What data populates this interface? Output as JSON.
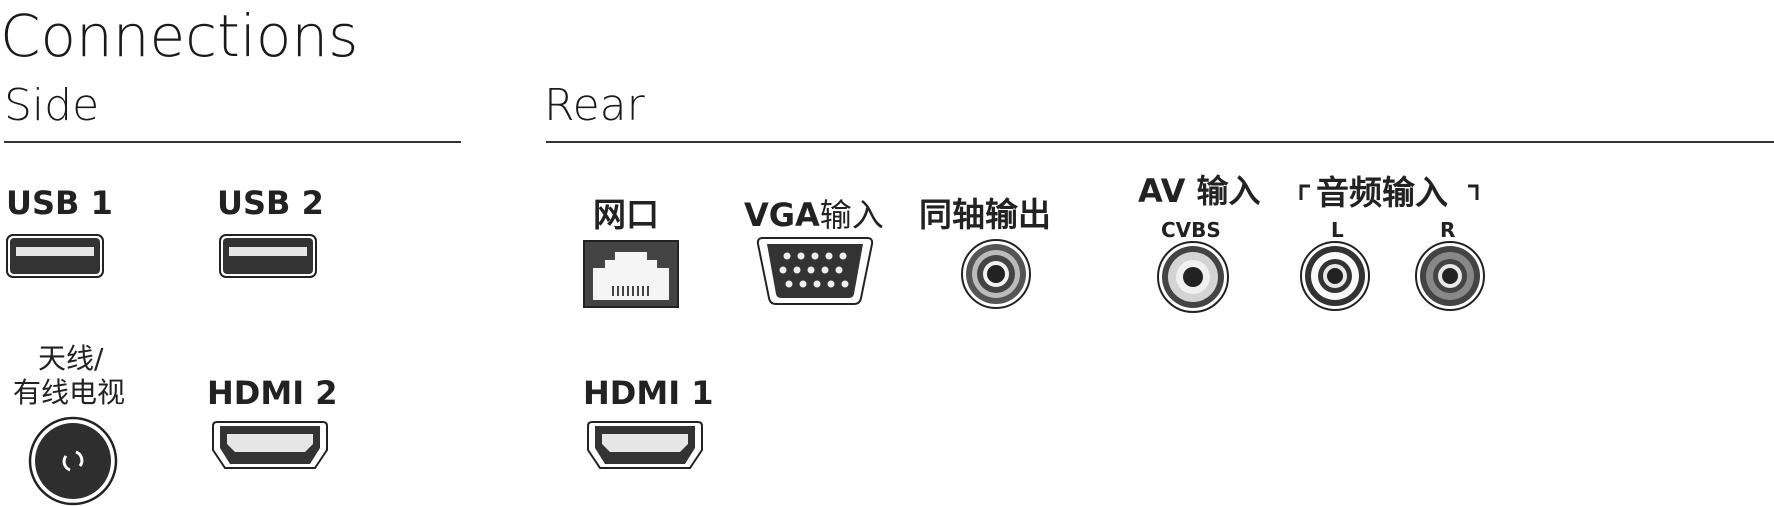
{
  "title": "Connections",
  "side": {
    "heading": "Side",
    "usb1": "USB 1",
    "usb2": "USB 2",
    "antenna_line1": "天线/",
    "antenna_line2": "有线电视",
    "hdmi2": "HDMI 2"
  },
  "rear": {
    "heading": "Rear",
    "lan": "网口",
    "vga_prefix": "VGA",
    "vga_suffix": "输入",
    "coax": "同轴输出",
    "av_prefix": "AV",
    "av_suffix": " 输入",
    "cvbs": "CVBS",
    "audio_in": "音频输入",
    "audio_l": "L",
    "audio_r": "R",
    "hdmi1": "HDMI 1"
  }
}
